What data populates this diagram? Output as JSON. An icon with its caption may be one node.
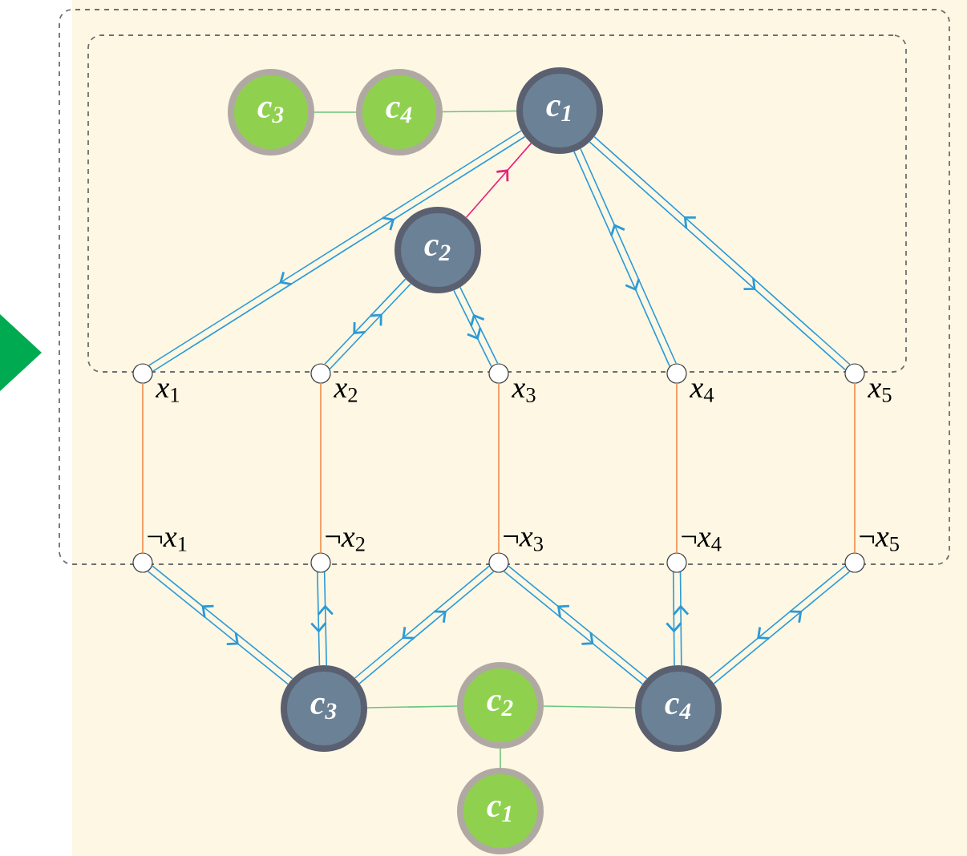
{
  "diagram": {
    "nodes": [
      {
        "text": [],
        "shape": "box"
      },
      {
        "text": [],
        "shape": "box",
        "in": 0
      },
      {
        "text": [
          "c$_{3}$"
        ],
        "in": 1
      },
      {
        "text": [
          "c$_{4}$"
        ],
        "in": 1
      },
      {
        "text": [
          "c$_{1}$"
        ],
        "in": 1
      },
      {
        "text": [
          "c$_{2}$"
        ],
        "in": 1
      },
      {
        "text": [],
        "shape": "circle",
        "beside": [
          "*x*$_{1}$"
        ],
        "in": 0
      },
      {
        "text": [],
        "shape": "circle",
        "beside": [
          "*x*$_{2}$"
        ],
        "in": 0
      },
      {
        "text": [],
        "shape": "circle",
        "beside": [
          "*x*$_{3}$"
        ],
        "in": 0
      },
      {
        "text": [],
        "shape": "circle",
        "beside": [
          "*x*$_{4}$"
        ],
        "in": 0
      },
      {
        "text": [],
        "shape": "circle",
        "beside": [
          "*x*$_{5}$"
        ],
        "in": 0
      },
      {
        "text": [],
        "shape": "circle",
        "beside": [
          "¬*x*$_{1}$"
        ]
      },
      {
        "text": [],
        "shape": "circle",
        "beside": [
          "¬*x*$_{2}$"
        ]
      },
      {
        "text": [],
        "shape": "circle",
        "beside": [
          "¬*x*$_{3}$"
        ]
      },
      {
        "text": [],
        "shape": "circle",
        "beside": [
          "¬*x*$_{4}$"
        ]
      },
      {
        "text": [],
        "shape": "circle",
        "beside": [
          "¬*x*$_{5}$"
        ]
      },
      {
        "text": [
          "c$_{3}$"
        ]
      },
      {
        "text": [
          "c$_{2}$"
        ]
      },
      {
        "text": [
          "c$_{4}$"
        ]
      },
      {
        "text": [
          "c$_{1}$"
        ]
      }
    ],
    "edges": [
      {
        "from": 2,
        "to": 3,
        "arrow": "none",
        "color": "#6cc57f"
      },
      {
        "from": 3,
        "to": 4,
        "arrow": "none",
        "color": "#6cc57f"
      },
      {
        "from": 5,
        "to": 4,
        "arrow": "to",
        "color": "#e8207a"
      },
      {
        "from": 6,
        "to": 4,
        "arrow": "to"
      },
      {
        "from": 4,
        "to": 6,
        "arrow": "to"
      },
      {
        "from": 7,
        "to": 5,
        "arrow": "to"
      },
      {
        "from": 5,
        "to": 7,
        "arrow": "to"
      },
      {
        "from": 8,
        "to": 5,
        "arrow": "to"
      },
      {
        "from": 5,
        "to": 8,
        "arrow": "to"
      },
      {
        "from": 9,
        "to": 4,
        "arrow": "to"
      },
      {
        "from": 4,
        "to": 9,
        "arrow": "to"
      },
      {
        "from": 10,
        "to": 4,
        "arrow": "to"
      },
      {
        "from": 4,
        "to": 10,
        "arrow": "to"
      },
      {
        "from": 6,
        "to": 11,
        "arrow": "none",
        "color": "#f08a4b"
      },
      {
        "from": 7,
        "to": 12,
        "arrow": "none",
        "color": "#f08a4b"
      },
      {
        "from": 8,
        "to": 13,
        "arrow": "none",
        "color": "#f08a4b"
      },
      {
        "from": 9,
        "to": 14,
        "arrow": "none",
        "color": "#f08a4b"
      },
      {
        "from": 10,
        "to": 15,
        "arrow": "none",
        "color": "#f08a4b"
      },
      {
        "from": 16,
        "to": 11,
        "arrow": "to"
      },
      {
        "from": 11,
        "to": 16,
        "arrow": "to"
      },
      {
        "from": 16,
        "to": 12,
        "arrow": "to"
      },
      {
        "from": 12,
        "to": 16,
        "arrow": "to"
      },
      {
        "from": 16,
        "to": 13,
        "arrow": "to"
      },
      {
        "from": 13,
        "to": 16,
        "arrow": "to"
      },
      {
        "from": 18,
        "to": 13,
        "arrow": "to"
      },
      {
        "from": 13,
        "to": 18,
        "arrow": "to"
      },
      {
        "from": 18,
        "to": 14,
        "arrow": "to"
      },
      {
        "from": 14,
        "to": 18,
        "arrow": "to"
      },
      {
        "from": 18,
        "to": 15,
        "arrow": "to"
      },
      {
        "from": 15,
        "to": 18,
        "arrow": "to"
      },
      {
        "from": 16,
        "to": 17,
        "arrow": "none",
        "color": "#6cc57f"
      },
      {
        "from": 17,
        "to": 18,
        "arrow": "none",
        "color": "#6cc57f"
      },
      {
        "from": 17,
        "to": 19,
        "arrow": "none",
        "color": "#6cc57f"
      }
    ]
  }
}
